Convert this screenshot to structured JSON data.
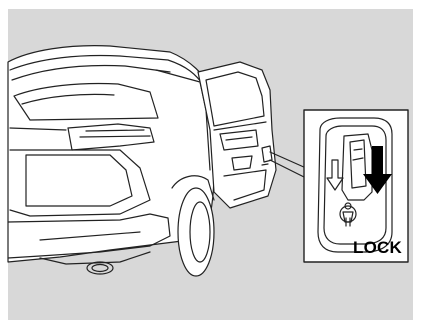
{
  "figure": {
    "callout_label": "LOCK",
    "background_color": "#d8d8d8",
    "line_color": "#222222",
    "lock_arrow_color": "#000000",
    "icons": [
      "vehicle-rear-illustration",
      "open-rear-door",
      "child-safety-lock-detail",
      "unlock-arrow-icon",
      "lock-arrow-icon",
      "child-icon"
    ]
  }
}
